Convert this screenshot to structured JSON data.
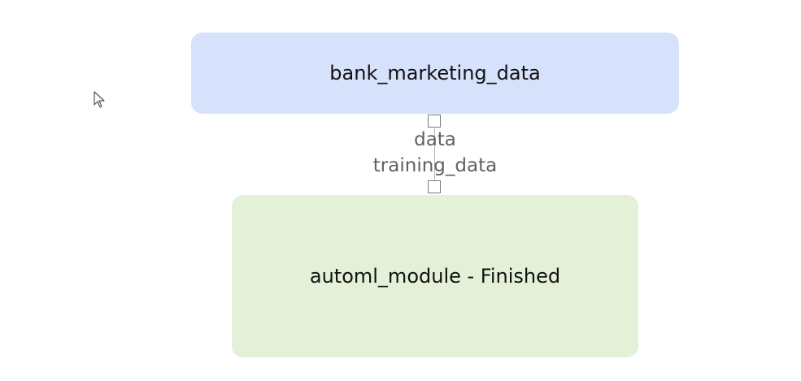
{
  "nodes": {
    "source": {
      "label": "bank_marketing_data",
      "color": "#d6e2fb"
    },
    "module": {
      "label": "automl_module - Finished",
      "color": "#e4f1d8"
    }
  },
  "edge": {
    "output_port": "data",
    "input_port": "training_data"
  },
  "cursor": {
    "icon": "mouse-pointer-icon"
  }
}
